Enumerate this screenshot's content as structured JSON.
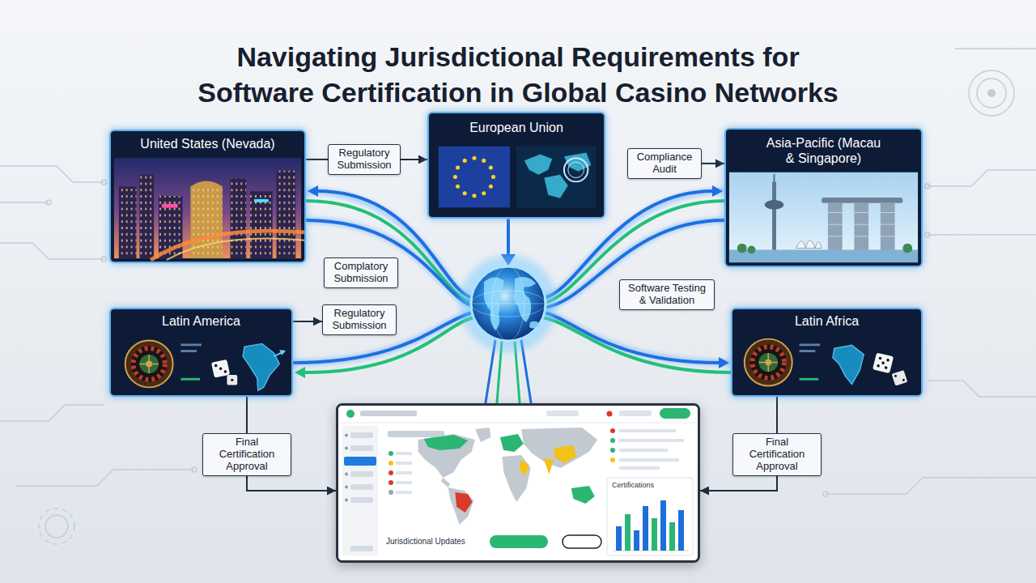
{
  "diagram": {
    "title": "Navigating Jurisdictional Requirements for Software Certification in Global Casino Networks",
    "nodes": [
      {
        "text": [
          "United States (Nevada)"
        ]
      },
      {
        "text": [
          "Regulatory Submission"
        ]
      },
      {
        "text": [
          "European Union"
        ]
      },
      {
        "text": [
          "Compliance Audit"
        ]
      },
      {
        "text": [
          "Asia-Pacific (Macau & Singapore)"
        ]
      },
      {
        "text": [
          "Complatory Submission"
        ]
      },
      {
        "text": [
          "Software Testing & Validation"
        ]
      },
      {
        "text": [
          "Latin America"
        ]
      },
      {
        "text": [
          "Regulatory Submission"
        ]
      },
      {
        "text": [
          "Latin Africa"
        ]
      },
      {
        "text": [
          "Jurisdictional Updates",
          "Certifications"
        ]
      },
      {
        "text": [
          "Final Certification Approval"
        ]
      },
      {
        "text": [
          "Final Certification Approval"
        ]
      }
    ],
    "edges": [
      {
        "from": 0,
        "to": 1,
        "arrow": "none"
      },
      {
        "from": 1,
        "to": 2,
        "arrow": "to"
      },
      {
        "from": 3,
        "to": 4,
        "arrow": "to"
      },
      {
        "from": 7,
        "to": 8,
        "arrow": "to"
      },
      {
        "from": 7,
        "to": 11,
        "arrow": "none"
      },
      {
        "from": 11,
        "to": 10,
        "arrow": "to"
      },
      {
        "from": 9,
        "to": 12,
        "arrow": "none"
      },
      {
        "from": 12,
        "to": 10,
        "arrow": "to"
      }
    ]
  }
}
